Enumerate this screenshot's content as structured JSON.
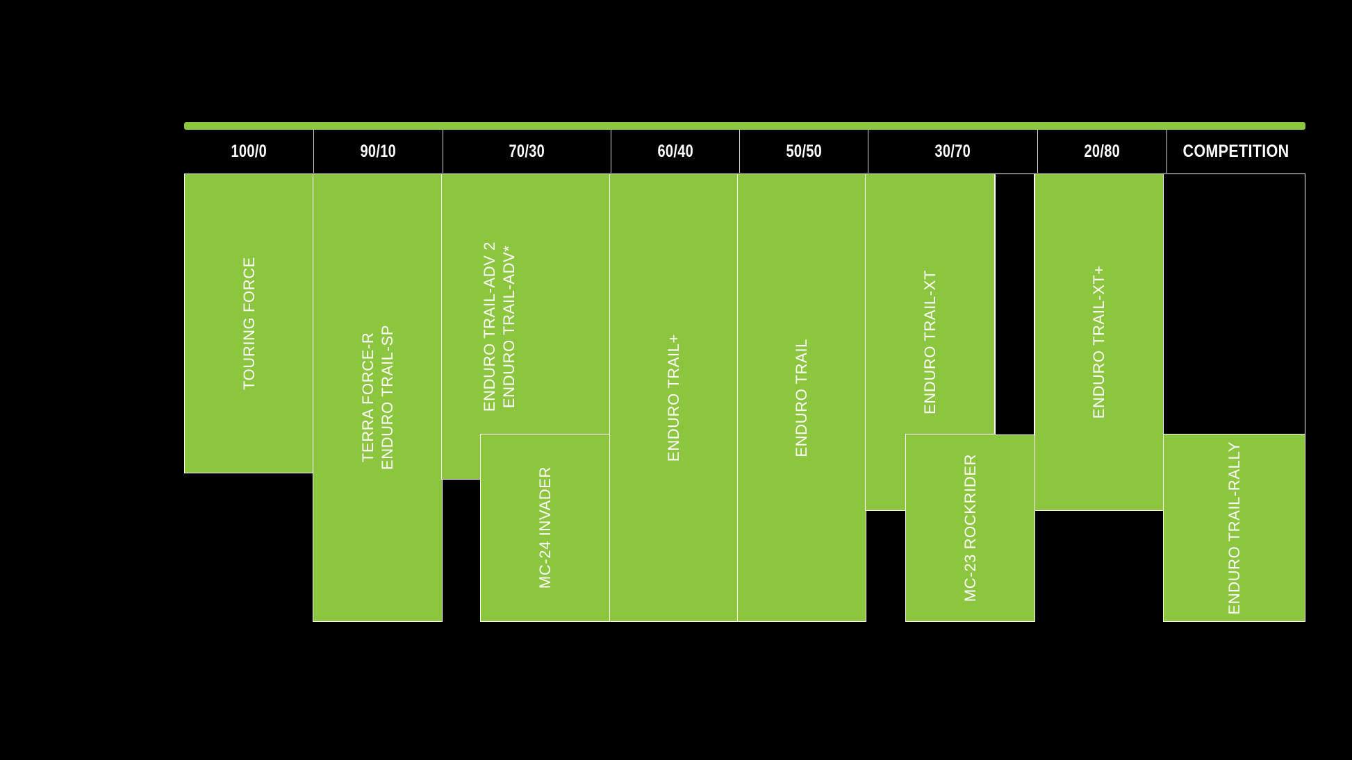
{
  "chart_data": {
    "type": "bar",
    "title": "",
    "subtitle": "",
    "xlabel": "",
    "ylabel": "",
    "grid": false,
    "legend": null,
    "accent_color": "#8CC63E",
    "background_color": "#000000",
    "outline_color": "#FFFFFF",
    "axis_note": "Horizontal axis = on-road / off-road usage ratio categories; vertical extent of each bar indicates the model's coverage span within that category.",
    "categories": [
      "100/0",
      "90/10",
      "70/30",
      "60/40",
      "50/50",
      "30/70",
      "20/80",
      "COMPETITION"
    ],
    "bars": [
      {
        "category": "100/0",
        "labels": [
          "TOURING FORCE"
        ],
        "top_pct": 0,
        "bottom_pct": 66,
        "filled": true,
        "lane": "full"
      },
      {
        "category": "90/10",
        "labels": [
          "TERRA FORCE-R",
          "ENDURO TRAIL-SP"
        ],
        "top_pct": 0,
        "bottom_pct": 100,
        "filled": true,
        "lane": "full"
      },
      {
        "category": "70/30",
        "labels": [
          "ENDURO TRAIL-ADV 2",
          "ENDURO TRAIL-ADV*"
        ],
        "top_pct": 0,
        "bottom_pct": 67,
        "filled": true,
        "lane": "left"
      },
      {
        "category": "70/30",
        "labels": [],
        "top_pct": 0,
        "bottom_pct": 58,
        "filled": false,
        "lane": "right"
      },
      {
        "category": "70/30",
        "labels": [
          "MC-24 INVADER"
        ],
        "top_pct": 58,
        "bottom_pct": 100,
        "filled": true,
        "lane": "right-wide"
      },
      {
        "category": "60/40",
        "labels": [
          "ENDURO TRAIL+"
        ],
        "top_pct": 0,
        "bottom_pct": 100,
        "filled": true,
        "lane": "full"
      },
      {
        "category": "50/50",
        "labels": [
          "ENDURO TRAIL"
        ],
        "top_pct": 0,
        "bottom_pct": 100,
        "filled": true,
        "lane": "full"
      },
      {
        "category": "30/70",
        "labels": [
          "ENDURO TRAIL-XT"
        ],
        "top_pct": 0,
        "bottom_pct": 75,
        "filled": true,
        "lane": "left"
      },
      {
        "category": "30/70",
        "labels": [
          "MC-23 ROCKRIDER"
        ],
        "top_pct": 58,
        "bottom_pct": 100,
        "filled": true,
        "lane": "right-wide"
      },
      {
        "category": "20/80",
        "labels": [
          "ENDURO TRAIL-XT+"
        ],
        "top_pct": 0,
        "bottom_pct": 74,
        "filled": true,
        "lane": "full"
      },
      {
        "category": "20/80",
        "labels": [],
        "top_pct": 0,
        "bottom_pct": 58,
        "filled": false,
        "lane": "overflow-right"
      },
      {
        "category": "COMPETITION",
        "labels": [
          "ENDURO TRAIL-RALLY"
        ],
        "top_pct": 58,
        "bottom_pct": 100,
        "filled": true,
        "lane": "full"
      }
    ]
  },
  "header": {
    "cells": [
      {
        "label": "100/0"
      },
      {
        "label": "90/10"
      },
      {
        "label": "70/30"
      },
      {
        "label": "60/40"
      },
      {
        "label": "50/50"
      },
      {
        "label": "30/70"
      },
      {
        "label": "20/80"
      },
      {
        "label": "COMPETITION"
      }
    ]
  },
  "bars": {
    "touring_force": "TOURING FORCE",
    "terra_force_r": "TERRA FORCE-R",
    "enduro_trail_sp": "ENDURO TRAIL-SP",
    "enduro_trail_adv2": "ENDURO TRAIL-ADV 2",
    "enduro_trail_adv": "ENDURO TRAIL-ADV*",
    "mc24_invader": "MC-24 INVADER",
    "enduro_trail_plus": "ENDURO TRAIL+",
    "enduro_trail": "ENDURO TRAIL",
    "enduro_trail_xt": "ENDURO TRAIL-XT",
    "mc23_rockrider": "MC-23 ROCKRIDER",
    "enduro_trail_xt_plus": "ENDURO TRAIL-XT+",
    "enduro_trail_rally": "ENDURO TRAIL-RALLY"
  }
}
